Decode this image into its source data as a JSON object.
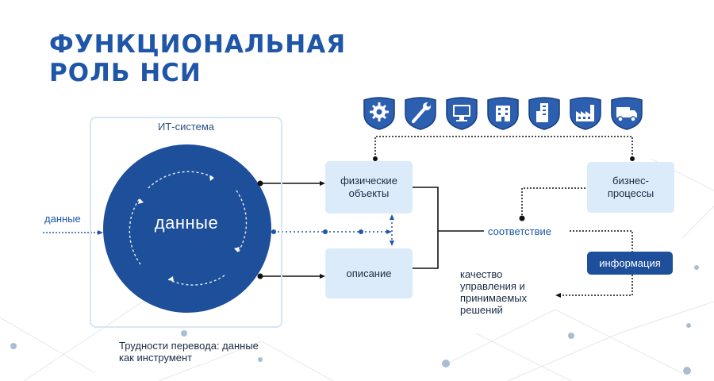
{
  "title": {
    "line1": "ФУНКЦИОНАЛЬНАЯ",
    "line2": "РОЛЬ НСИ"
  },
  "it_system": {
    "label": "ИТ-система"
  },
  "central_circle": {
    "label": "данные"
  },
  "input_label": "данные",
  "boxes": {
    "physical_objects": "физические объекты",
    "description": "описание",
    "business_processes": "бизнес-процессы",
    "information": "информация"
  },
  "correspondence_label": "соответствие",
  "quality_text": "качество управления и принимаемых решений",
  "difficulty_text": "Трудности перевода: данные как инструмент",
  "icons": [
    "gear-icon",
    "wrench-icon",
    "monitor-icon",
    "building-icon",
    "tower-icon",
    "factory-icon",
    "truck-icon"
  ],
  "colors": {
    "brand": "#1f56a8",
    "circle": "#1d4f9a",
    "box": "#dcebfa",
    "shield": "#2d5fb0"
  }
}
